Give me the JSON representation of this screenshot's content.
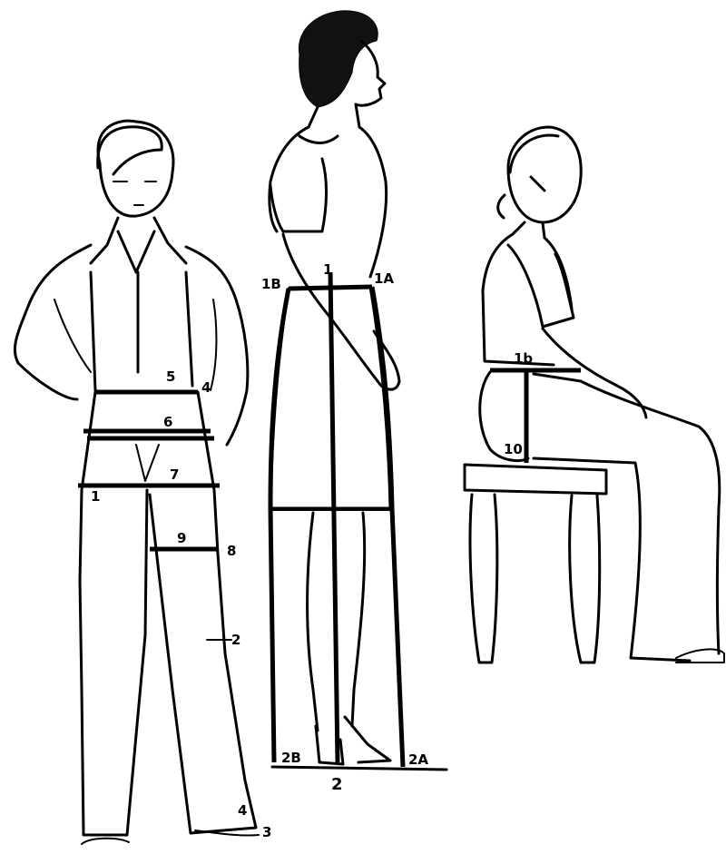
{
  "figure": {
    "front_figure": {
      "labels": {
        "p1": "1",
        "p3": "3",
        "p4": "4",
        "p4b": "4",
        "p5": "5",
        "p6": "6",
        "p7": "7",
        "p8": "8",
        "p9": "9",
        "p2": "2"
      }
    },
    "side_figure": {
      "labels": {
        "p1": "1",
        "p1a": "1A",
        "p1b": "1B",
        "p2": "2",
        "p2a": "2A",
        "p2b": "2B"
      }
    },
    "seated_figure": {
      "labels": {
        "p1b": "1b",
        "p10": "10"
      }
    }
  }
}
